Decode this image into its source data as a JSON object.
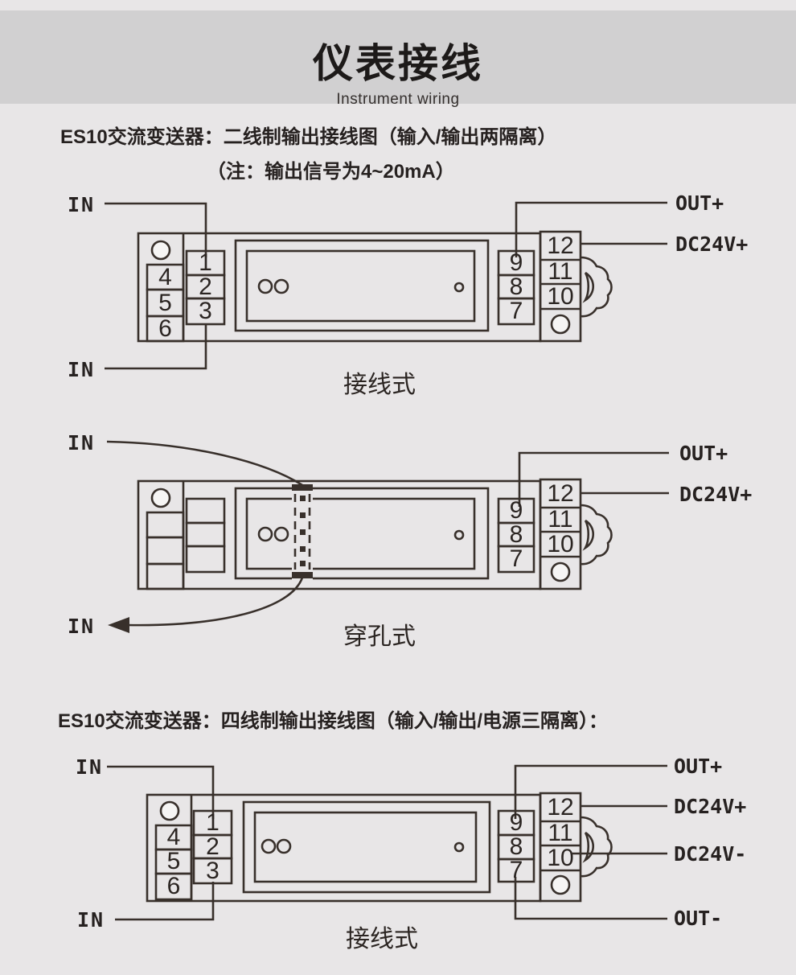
{
  "colors": {
    "background": "#e8e6e7",
    "banner": "#d1d0d1",
    "line": "#38302b",
    "text": "#262120"
  },
  "banner": {
    "title": "仪表接线",
    "subtitle": "Instrument wiring"
  },
  "section_two_wire": {
    "heading": "ES10交流变送器：二线制输出接线图（输入/输出两隔离）",
    "note": "（注：输出信号为4~20mA）"
  },
  "section_four_wire": {
    "heading": "ES10交流变送器：四线制输出接线图（输入/输出/电源三隔离）："
  },
  "diagram1": {
    "caption": "接线式",
    "labels": {
      "in_top": "IN",
      "in_bottom": "IN",
      "out_plus": "OUT+",
      "dc24v_plus": "DC24V+"
    },
    "left_terminals": [
      "4",
      "5",
      "6"
    ],
    "input_terminals": [
      "1",
      "2",
      "3"
    ],
    "output_terminals": [
      "9",
      "8",
      "7"
    ],
    "power_terminals": [
      "12",
      "11",
      "10"
    ]
  },
  "diagram2": {
    "caption": "穿孔式",
    "labels": {
      "in_top": "IN",
      "in_bottom": "IN",
      "out_plus": "OUT+",
      "dc24v_plus": "DC24V+"
    },
    "output_terminals": [
      "9",
      "8",
      "7"
    ],
    "power_terminals": [
      "12",
      "11",
      "10"
    ]
  },
  "diagram3": {
    "caption": "接线式",
    "labels": {
      "in_top": "IN",
      "in_bottom": "IN",
      "out_plus": "OUT+",
      "dc24v_plus": "DC24V+",
      "dc24v_minus": "DC24V-",
      "out_minus": "OUT-"
    },
    "left_terminals": [
      "4",
      "5",
      "6"
    ],
    "input_terminals": [
      "1",
      "2",
      "3"
    ],
    "output_terminals": [
      "9",
      "8",
      "7"
    ],
    "power_terminals": [
      "12",
      "11",
      "10"
    ]
  }
}
